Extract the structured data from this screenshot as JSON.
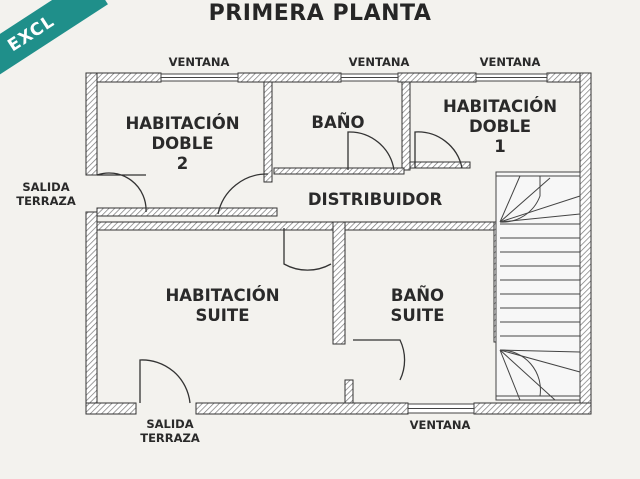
{
  "banner_text": "EXCL",
  "title": "PRIMERA PLANTA",
  "colors": {
    "banner": "#1f8f8a",
    "background": "#f3f2ee",
    "wall_hatch": "#777777",
    "text": "#2a2a2a"
  },
  "rooms": {
    "habitacion_doble_2": [
      "HABITACIÓN",
      "DOBLE",
      "2"
    ],
    "bano": [
      "BAÑO"
    ],
    "habitacion_doble_1": [
      "HABITACIÓN",
      "DOBLE",
      "1"
    ],
    "distribuidor": [
      "DISTRIBUIDOR"
    ],
    "habitacion_suite": [
      "HABITACIÓN",
      "SUITE"
    ],
    "bano_suite": [
      "BAÑO",
      "SUITE"
    ]
  },
  "annotations": {
    "window_top_left": "VENTANA",
    "window_top_middle": "VENTANA",
    "window_top_right": "VENTANA",
    "window_bottom": "VENTANA",
    "exit_left": [
      "SALIDA",
      "TERRAZA"
    ],
    "exit_bottom": [
      "SALIDA",
      "TERRAZA"
    ]
  }
}
